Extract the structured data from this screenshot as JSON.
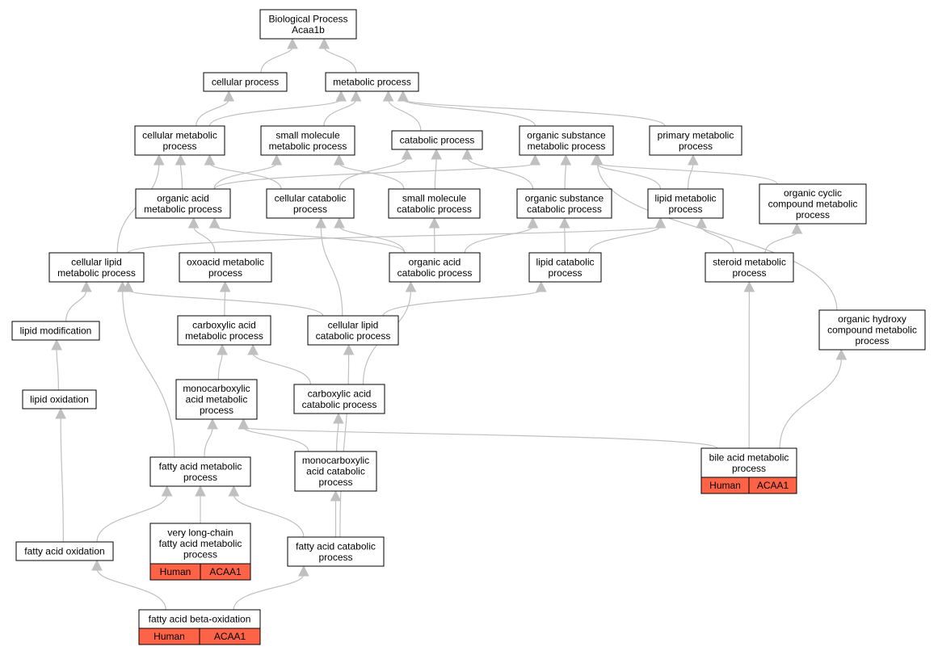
{
  "graph": {
    "nodes": [
      {
        "id": "root",
        "lines": [
          "Biological Process",
          "Acaa1b"
        ]
      },
      {
        "id": "cellular_process",
        "lines": [
          "cellular process"
        ]
      },
      {
        "id": "metabolic_process",
        "lines": [
          "metabolic process"
        ]
      },
      {
        "id": "cellular_metabolic_process",
        "lines": [
          "cellular metabolic",
          "process"
        ]
      },
      {
        "id": "small_molecule_metabolic_process",
        "lines": [
          "small molecule",
          "metabolic process"
        ]
      },
      {
        "id": "catabolic_process",
        "lines": [
          "catabolic process"
        ]
      },
      {
        "id": "organic_substance_metabolic_process",
        "lines": [
          "organic substance",
          "metabolic process"
        ]
      },
      {
        "id": "primary_metabolic_process",
        "lines": [
          "primary metabolic",
          "process"
        ]
      },
      {
        "id": "organic_acid_metabolic_process",
        "lines": [
          "organic acid",
          "metabolic process"
        ]
      },
      {
        "id": "cellular_catabolic_process",
        "lines": [
          "cellular catabolic",
          "process"
        ]
      },
      {
        "id": "small_molecule_catabolic_process",
        "lines": [
          "small molecule",
          "catabolic process"
        ]
      },
      {
        "id": "organic_substance_catabolic_process",
        "lines": [
          "organic substance",
          "catabolic process"
        ]
      },
      {
        "id": "lipid_metabolic_process",
        "lines": [
          "lipid metabolic",
          "process"
        ]
      },
      {
        "id": "organic_cyclic_compound_metabolic_process",
        "lines": [
          "organic cyclic",
          "compound metabolic",
          "process"
        ]
      },
      {
        "id": "cellular_lipid_metabolic_process",
        "lines": [
          "cellular lipid",
          "metabolic process"
        ]
      },
      {
        "id": "oxoacid_metabolic_process",
        "lines": [
          "oxoacid metabolic",
          "process"
        ]
      },
      {
        "id": "organic_acid_catabolic_process",
        "lines": [
          "organic acid",
          "catabolic process"
        ]
      },
      {
        "id": "lipid_catabolic_process",
        "lines": [
          "lipid catabolic",
          "process"
        ]
      },
      {
        "id": "steroid_metabolic_process",
        "lines": [
          "steroid metabolic",
          "process"
        ]
      },
      {
        "id": "lipid_modification",
        "lines": [
          "lipid modification"
        ]
      },
      {
        "id": "carboxylic_acid_metabolic_process",
        "lines": [
          "carboxylic acid",
          "metabolic process"
        ]
      },
      {
        "id": "cellular_lipid_catabolic_process",
        "lines": [
          "cellular lipid",
          "catabolic process"
        ]
      },
      {
        "id": "organic_hydroxy_compound_metabolic_process",
        "lines": [
          "organic hydroxy",
          "compound metabolic",
          "process"
        ]
      },
      {
        "id": "lipid_oxidation",
        "lines": [
          "lipid oxidation"
        ]
      },
      {
        "id": "monocarboxylic_acid_metabolic_process",
        "lines": [
          "monocarboxylic",
          "acid metabolic",
          "process"
        ]
      },
      {
        "id": "carboxylic_acid_catabolic_process",
        "lines": [
          "carboxylic acid",
          "catabolic process"
        ]
      },
      {
        "id": "bile_acid_metabolic_process",
        "lines": [
          "bile acid metabolic",
          "process"
        ],
        "annotation": [
          "Human",
          "ACAA1"
        ]
      },
      {
        "id": "fatty_acid_metabolic_process",
        "lines": [
          "fatty acid metabolic",
          "process"
        ]
      },
      {
        "id": "monocarboxylic_acid_catabolic_process",
        "lines": [
          "monocarboxylic",
          "acid catabolic",
          "process"
        ]
      },
      {
        "id": "very_long_chain_fatty_acid_metabolic_process",
        "lines": [
          "very long-chain",
          "fatty acid metabolic",
          "process"
        ],
        "annotation": [
          "Human",
          "ACAA1"
        ]
      },
      {
        "id": "fatty_acid_oxidation",
        "lines": [
          "fatty acid oxidation"
        ]
      },
      {
        "id": "fatty_acid_catabolic_process",
        "lines": [
          "fatty acid catabolic",
          "process"
        ]
      },
      {
        "id": "fatty_acid_beta_oxidation",
        "lines": [
          "fatty acid beta-oxidation"
        ],
        "annotation": [
          "Human",
          "ACAA1"
        ]
      }
    ],
    "edges": [
      [
        "cellular_process",
        "root"
      ],
      [
        "metabolic_process",
        "root"
      ],
      [
        "cellular_metabolic_process",
        "cellular_process"
      ],
      [
        "cellular_metabolic_process",
        "metabolic_process"
      ],
      [
        "small_molecule_metabolic_process",
        "metabolic_process"
      ],
      [
        "catabolic_process",
        "metabolic_process"
      ],
      [
        "organic_substance_metabolic_process",
        "metabolic_process"
      ],
      [
        "primary_metabolic_process",
        "metabolic_process"
      ],
      [
        "organic_acid_metabolic_process",
        "cellular_metabolic_process"
      ],
      [
        "organic_acid_metabolic_process",
        "small_molecule_metabolic_process"
      ],
      [
        "organic_acid_metabolic_process",
        "organic_substance_metabolic_process"
      ],
      [
        "cellular_catabolic_process",
        "cellular_metabolic_process"
      ],
      [
        "cellular_catabolic_process",
        "catabolic_process"
      ],
      [
        "small_molecule_catabolic_process",
        "small_molecule_metabolic_process"
      ],
      [
        "small_molecule_catabolic_process",
        "catabolic_process"
      ],
      [
        "organic_substance_catabolic_process",
        "catabolic_process"
      ],
      [
        "organic_substance_catabolic_process",
        "organic_substance_metabolic_process"
      ],
      [
        "lipid_metabolic_process",
        "organic_substance_metabolic_process"
      ],
      [
        "lipid_metabolic_process",
        "primary_metabolic_process"
      ],
      [
        "organic_cyclic_compound_metabolic_process",
        "organic_substance_metabolic_process"
      ],
      [
        "cellular_lipid_metabolic_process",
        "cellular_metabolic_process"
      ],
      [
        "cellular_lipid_metabolic_process",
        "lipid_metabolic_process"
      ],
      [
        "oxoacid_metabolic_process",
        "organic_acid_metabolic_process"
      ],
      [
        "organic_acid_catabolic_process",
        "organic_acid_metabolic_process"
      ],
      [
        "organic_acid_catabolic_process",
        "cellular_catabolic_process"
      ],
      [
        "organic_acid_catabolic_process",
        "small_molecule_catabolic_process"
      ],
      [
        "organic_acid_catabolic_process",
        "organic_substance_catabolic_process"
      ],
      [
        "lipid_catabolic_process",
        "organic_substance_catabolic_process"
      ],
      [
        "lipid_catabolic_process",
        "lipid_metabolic_process"
      ],
      [
        "steroid_metabolic_process",
        "lipid_metabolic_process"
      ],
      [
        "steroid_metabolic_process",
        "organic_cyclic_compound_metabolic_process"
      ],
      [
        "lipid_modification",
        "cellular_lipid_metabolic_process"
      ],
      [
        "carboxylic_acid_metabolic_process",
        "oxoacid_metabolic_process"
      ],
      [
        "cellular_lipid_catabolic_process",
        "cellular_lipid_metabolic_process"
      ],
      [
        "cellular_lipid_catabolic_process",
        "cellular_catabolic_process"
      ],
      [
        "cellular_lipid_catabolic_process",
        "lipid_catabolic_process"
      ],
      [
        "organic_hydroxy_compound_metabolic_process",
        "organic_substance_metabolic_process"
      ],
      [
        "lipid_oxidation",
        "lipid_modification"
      ],
      [
        "monocarboxylic_acid_metabolic_process",
        "carboxylic_acid_metabolic_process"
      ],
      [
        "carboxylic_acid_catabolic_process",
        "carboxylic_acid_metabolic_process"
      ],
      [
        "carboxylic_acid_catabolic_process",
        "organic_acid_catabolic_process"
      ],
      [
        "bile_acid_metabolic_process",
        "monocarboxylic_acid_metabolic_process"
      ],
      [
        "bile_acid_metabolic_process",
        "steroid_metabolic_process"
      ],
      [
        "bile_acid_metabolic_process",
        "organic_hydroxy_compound_metabolic_process"
      ],
      [
        "fatty_acid_metabolic_process",
        "cellular_lipid_metabolic_process"
      ],
      [
        "fatty_acid_metabolic_process",
        "monocarboxylic_acid_metabolic_process"
      ],
      [
        "monocarboxylic_acid_catabolic_process",
        "monocarboxylic_acid_metabolic_process"
      ],
      [
        "monocarboxylic_acid_catabolic_process",
        "carboxylic_acid_catabolic_process"
      ],
      [
        "very_long_chain_fatty_acid_metabolic_process",
        "fatty_acid_metabolic_process"
      ],
      [
        "fatty_acid_oxidation",
        "lipid_oxidation"
      ],
      [
        "fatty_acid_oxidation",
        "fatty_acid_metabolic_process"
      ],
      [
        "fatty_acid_catabolic_process",
        "fatty_acid_metabolic_process"
      ],
      [
        "fatty_acid_catabolic_process",
        "monocarboxylic_acid_catabolic_process"
      ],
      [
        "fatty_acid_catabolic_process",
        "cellular_lipid_catabolic_process"
      ],
      [
        "fatty_acid_beta_oxidation",
        "fatty_acid_oxidation"
      ],
      [
        "fatty_acid_beta_oxidation",
        "fatty_acid_catabolic_process"
      ]
    ]
  },
  "colors": {
    "annotation_fill": "#ff6347",
    "edge": "#c0c0c0",
    "node_border": "#000000"
  }
}
